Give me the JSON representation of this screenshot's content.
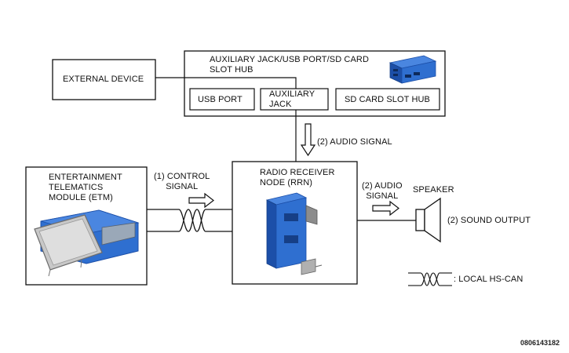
{
  "components": {
    "external_device": "EXTERNAL DEVICE",
    "hub_title": "AUXILIARY JACK/USB PORT/SD CARD\nSLOT HUB",
    "usb_port": "USB PORT",
    "auxiliary_jack": "AUXILIARY\nJACK",
    "sd_card_slot_hub": "SD CARD SLOT HUB",
    "etm": "ENTERTAINMENT\nTELEMATICS\nMODULE (ETM)",
    "rrn": "RADIO RECEIVER\nNODE (RRN)",
    "speaker": "SPEAKER"
  },
  "signals": {
    "audio_signal_hub": "(2) AUDIO SIGNAL",
    "control_signal": "(1)  CONTROL\nSIGNAL",
    "audio_signal_speaker": "(2) AUDIO\nSIGNAL",
    "sound_output": "(2) SOUND OUTPUT"
  },
  "legend": {
    "local_hs_can": ": LOCAL HS-CAN"
  },
  "reference_code": "0806143182",
  "colors": {
    "line": "#111111",
    "module_blue": "#2f6fd0",
    "module_blue_dark": "#1c4fa8",
    "screen_gray": "#c8c8c8"
  }
}
